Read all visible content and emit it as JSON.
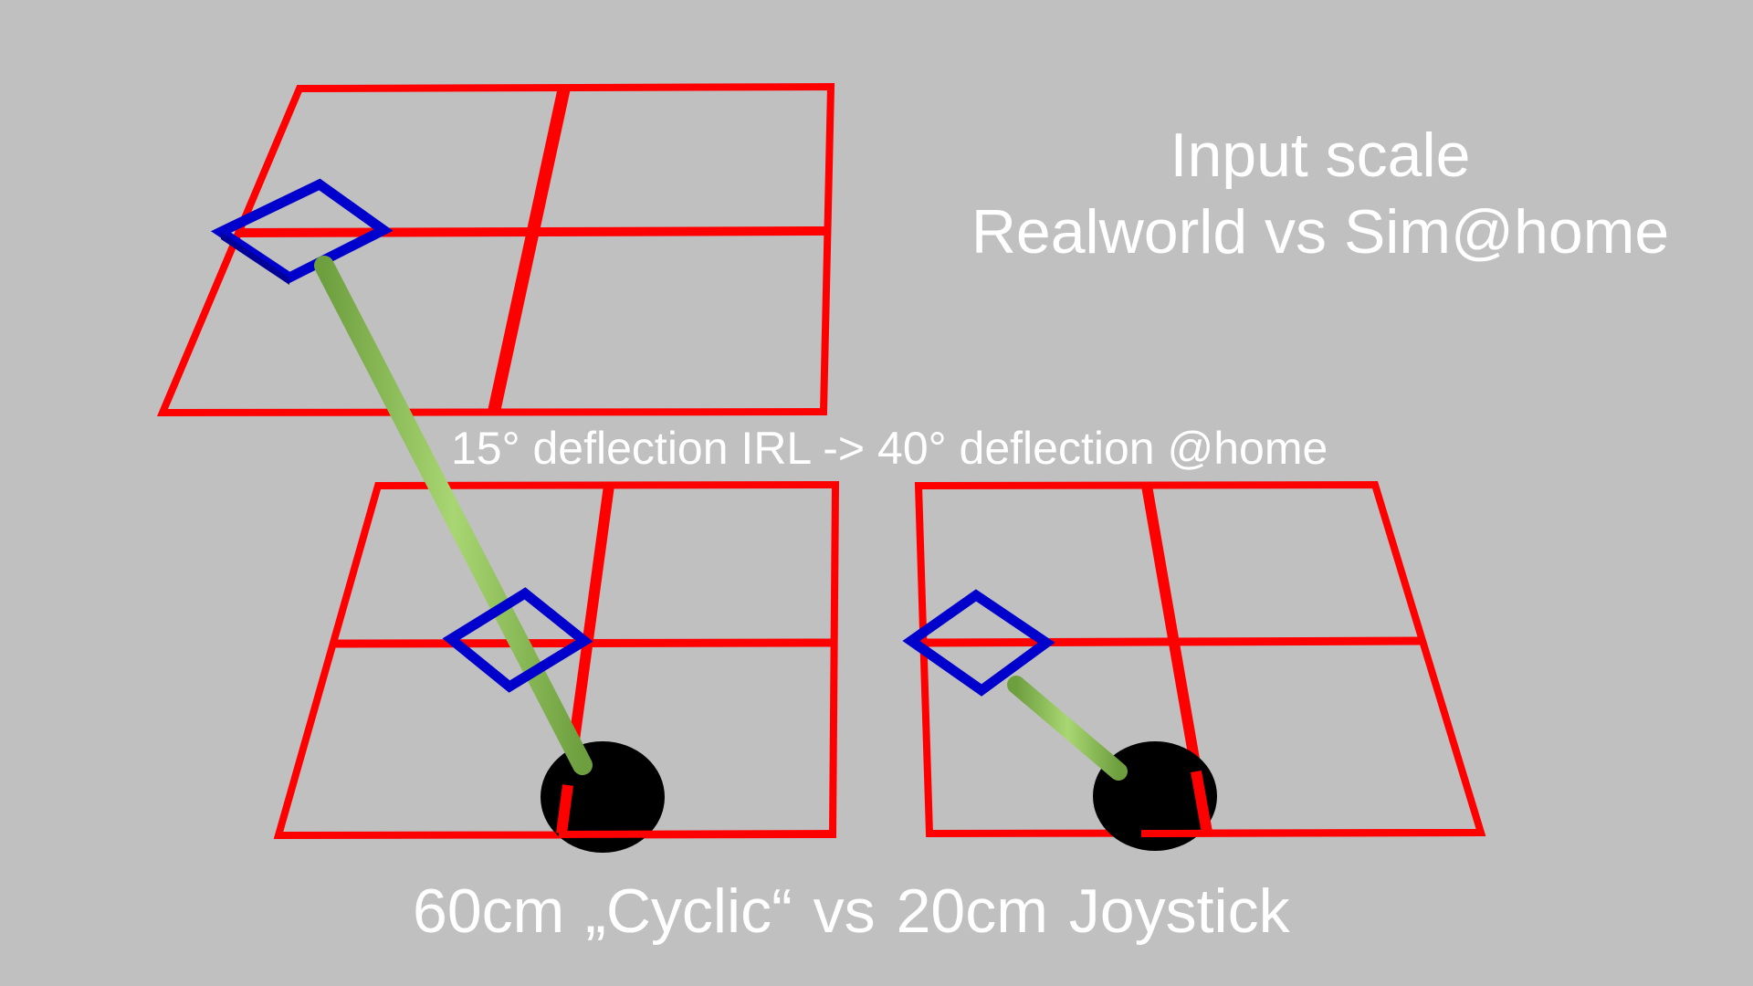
{
  "title": {
    "line1": "Input scale",
    "line2": "Realworld vs Sim@home"
  },
  "deflection_caption": "15° deflection IRL -> 40° deflection @home",
  "bottom_caption": "60cm „Cyclic“  vs  20cm Joystick",
  "colors": {
    "background": "#c0c0c0",
    "grid": "#ff0000",
    "gimbal_ring": "#0000ff",
    "stick": "#8fc45a",
    "base": "#000000",
    "text": "#ffffff"
  },
  "icons": {
    "upper_grid": "red-grid-plane",
    "cyclic_grid": "red-grid-plane",
    "joystick_grid": "red-grid-plane",
    "gimbal_ring": "blue-square-ring",
    "stick": "green-cylinder",
    "pivot": "black-disc"
  }
}
